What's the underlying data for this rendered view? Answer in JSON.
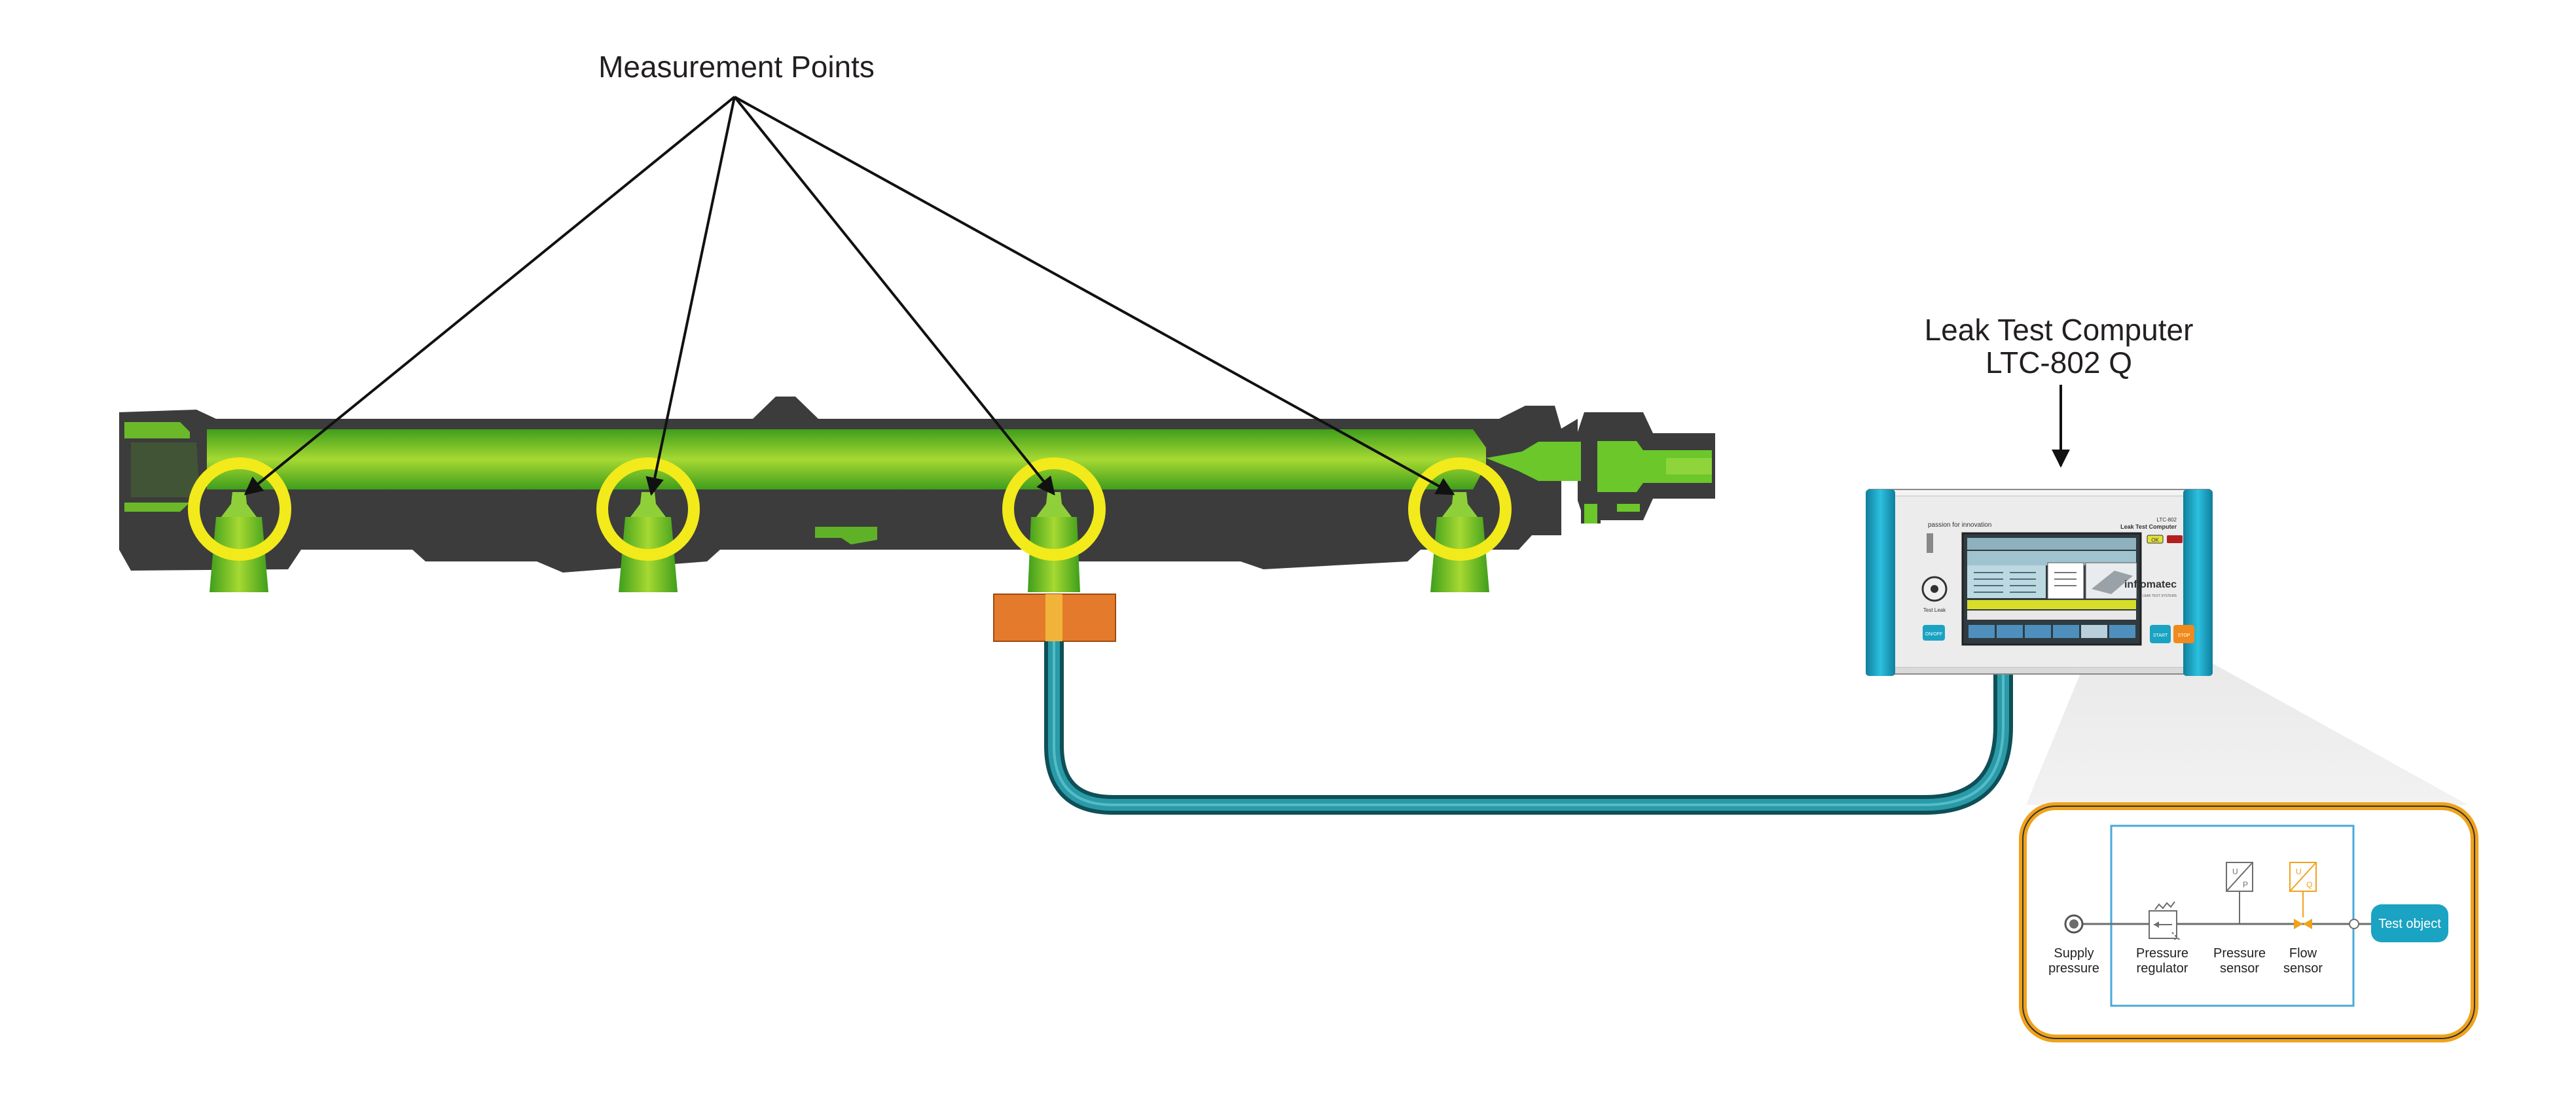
{
  "labels": {
    "measurement_points": "Measurement Points",
    "computer_line1": "Leak Test Computer",
    "computer_line2": "LTC-802 Q"
  },
  "device": {
    "slogan": "passion for innovation",
    "model_small": "LTC-802",
    "model_name": "Leak Test Computer",
    "ok_badge": "OK",
    "brand": "inflomatec",
    "brand_tagline": "LEAK TEST SYSTEMS",
    "test_leak_label": "Test Leak",
    "on_off_label": "ON/OFF",
    "start_label": "START",
    "stop_label": "STOP"
  },
  "schematic": {
    "supply_line1": "Supply",
    "supply_line2": "pressure",
    "regulator_line1": "Pressure",
    "regulator_line2": "regulator",
    "sensor_line1": "Pressure",
    "sensor_line2": "sensor",
    "flow_line1": "Flow",
    "flow_line2": "sensor",
    "test_object": "Test object",
    "symbol_u": "U",
    "symbol_p": "P",
    "symbol_q": "Q"
  },
  "colors": {
    "body_dark": "#3c3c3c",
    "channel_green": "#7cc42a",
    "ring_yellow": "#f2ea1b",
    "hose_teal": "#1f8a96",
    "orange_fitting": "#e47b2c",
    "device_teal": "#1aa3c2",
    "callout_orange": "#f0a21b",
    "schematic_blue": "#49a9d8"
  }
}
